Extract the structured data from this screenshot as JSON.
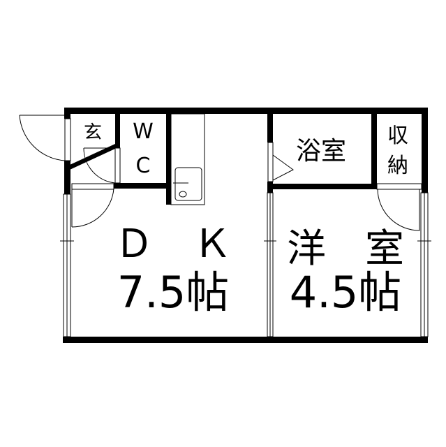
{
  "rooms": {
    "entrance": "玄",
    "wc_w": "W",
    "wc_c": "C",
    "bath": "浴室",
    "storage_1": "収",
    "storage_2": "納",
    "dk_name": "Ｄ　Ｋ",
    "dk_size": "7.5帖",
    "western_name": "洋　室",
    "western_size": "4.5帖"
  },
  "colors": {
    "wall": "#000000",
    "background": "#ffffff"
  }
}
